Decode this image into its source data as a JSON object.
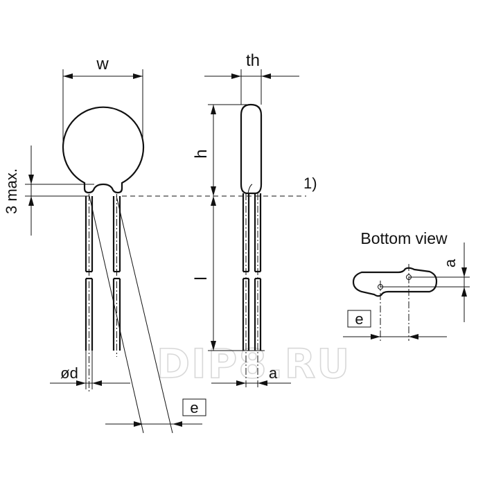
{
  "labels": {
    "width": "w",
    "thickness": "th",
    "height": "h",
    "lead_length": "l",
    "coating_limit": "3 max.",
    "footnote": "1)",
    "lead_diameter": "ød",
    "lead_spacing_side": "a",
    "lead_spacing_front": "e",
    "bottom_view_title": "Bottom view",
    "bottom_view_offset": "a",
    "bottom_view_spacing": "e"
  },
  "watermark": "DIP8.RU"
}
